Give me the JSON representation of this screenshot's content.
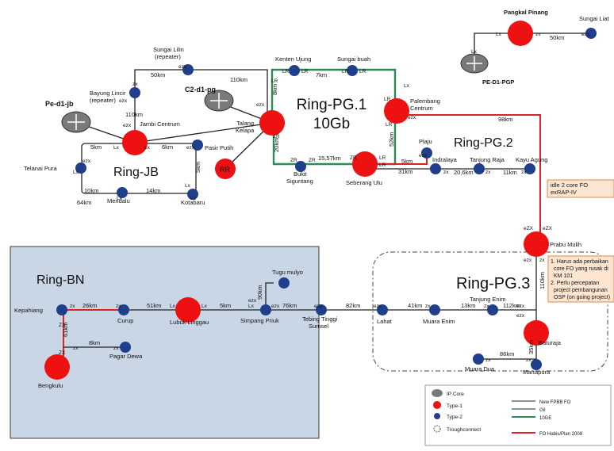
{
  "colors": {
    "type1": "#ee1111",
    "type2": "#1f3f8c",
    "ring_pg1": "#2e8b57",
    "red_link": "#dd2222",
    "black_link": "#222222",
    "bn_fill": "#c9d6e6",
    "callout_fill": "#fce6d2",
    "callout_stroke": "#e08a4a"
  },
  "rings": {
    "pg1_line1": "Ring-PG.1",
    "pg1_line2": "10Gb",
    "pg2": "Ring-PG.2",
    "pg3": "Ring-PG.3",
    "jb": "Ring-JB",
    "bn": "Ring-BN"
  },
  "nodes": {
    "pangkal_pinang": "Pangkal Pinang",
    "sungai_liat": "Sungai Liat",
    "pe_d1_pgp": "PE-D1-PGP",
    "sungai_lilin": "Sungai Lilin",
    "sungai_lilin_sub": "(repeater)",
    "kenten_ujung": "Kenten Ujung",
    "sungai_buah": "Sungai buah",
    "c2_d1_pg": "C2-d1-pg",
    "bayung_lincir": "Bayung Lincir",
    "bayung_lincir_sub": "(repeater)",
    "pe_d1_jb": "Pe-d1-jb",
    "jambi_centrum": "Jambi Centrum",
    "talang_kelapa_1": "Talang",
    "talang_kelapa_2": "Kelapa",
    "palembang_centrum_1": "Palembang",
    "palembang_centrum_2": "Centrum",
    "pasir_putih": "Pasir Putih",
    "telanai_pura": "Telanai Pura",
    "mendalu": "Mendalu",
    "kotabaru": "Kotabaru",
    "rr": "RR",
    "bukit_siguntang_1": "Bukit",
    "bukit_siguntang_2": "Siguntang",
    "seberang_ulu": "Seberang Ulu",
    "plaju": "Plaju",
    "indralaya": "Indralaya",
    "tanjung_raja": "Tanjung Raja",
    "kayu_agung": "Kayu Agung",
    "prabu_mulih": "Prabu Mulih",
    "tugu_mulyo": "Tugu mulyo",
    "kepahiang": "Kepahiang",
    "curup": "Curup",
    "lubuk_linggau": "Lubuk Linggau",
    "simpang_priuk": "Simpang Priuk",
    "tebing_tinggi_1": "Tebing Tinggi",
    "tebing_tinggi_2": "Sumsel",
    "lahat": "Lahat",
    "muara_enim": "Muara Enim",
    "tanjung_enim": "Tanjung Enim",
    "baturaja": "Baturaja",
    "bengkulu": "Bengkulu",
    "pagar_dewa": "Pagar Dewa",
    "muara_dua": "Muara Dua",
    "martapura": "Martapura"
  },
  "distances": {
    "pp_sl": "50km",
    "lilin_left": "50km",
    "lilin_right": "110km",
    "kenten_buah": "7km",
    "talang_kenten": "8km",
    "bayung_jambi": "110km",
    "talang_bukit": "20km",
    "bukit_seberang": "15,57km",
    "pal_seb": "52km",
    "seb_plaju": "5km",
    "plaju_indra": "31km",
    "indra_tanjung": "20,6km",
    "tanjung_kayu": "11km",
    "pal_prabu": "98km",
    "jb_left": "5km",
    "jb_right": "6km",
    "pasir_kota": "5km",
    "telanai_mendalu": "10km",
    "mendalu_kota": "14km",
    "ring_jb_left_bottom": "64km",
    "kepahiang_curup": "26km",
    "curup_lubuk": "51km",
    "lubuk_simpang": "5km",
    "simpang_tugu": "90km",
    "simpang_tebing": "76km",
    "tebing_lahat": "82km",
    "lahat_muara": "41km",
    "muara_tanjung": "13km",
    "tanjung_baturaja": "112km",
    "prabu_baturaja": "110km",
    "baturaja_martapura": "35km",
    "muaradua_martapura": "86km",
    "kepahiang_bengkulu": "61km",
    "bengkulu_pagar": "8km"
  },
  "ports": {
    "lx": "Lx",
    "zx": "zx",
    "ezx": "ezx",
    "lr": "LR",
    "zr": "ZR",
    "zxu": "ZX",
    "ezxu": "eZX",
    "lr_lower": "Lr"
  },
  "callouts": {
    "idle_1": "idle 2 core FO",
    "idle_2": "exRAP-IV",
    "note_1": "1. Harus ada perbaikan",
    "note_2": "core FO yang rusak di",
    "note_3": "KM 101",
    "note_4": "2. Perlu percepatan",
    "note_5": "project pembangunan",
    "note_6": "OSP (on going project)"
  },
  "legend": {
    "ip_core": "IP Core",
    "type1": "Type-1",
    "type2": "Type-2",
    "troughconnect": "Troughconnect",
    "new_fo": "New FPBB FO",
    "gif": "GiI",
    "tenge": "10GE",
    "fo_habis": "FO Habis/Plan 2008"
  }
}
